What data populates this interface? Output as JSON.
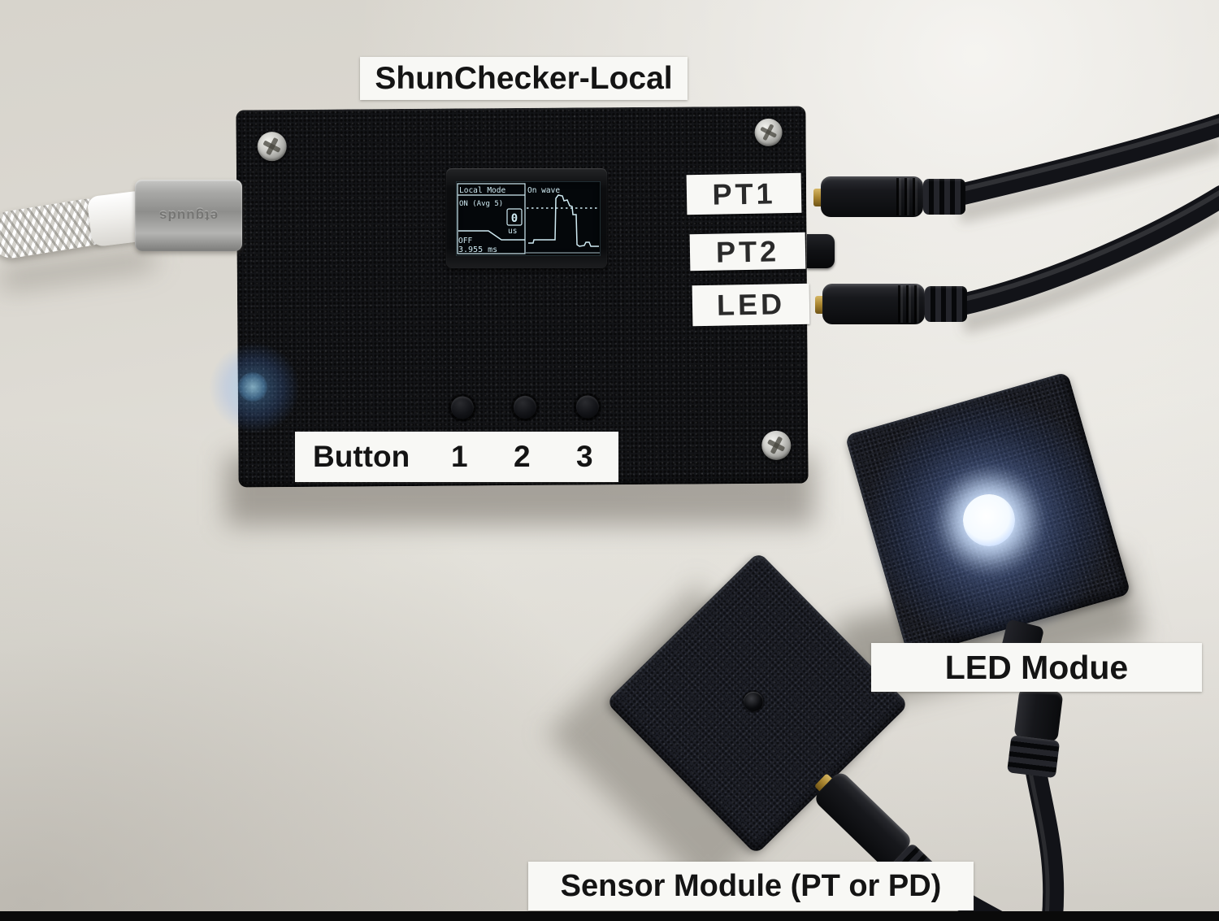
{
  "labels": {
    "title": "ShunChecker-Local",
    "ports": [
      "PT1",
      "PT2",
      "LED"
    ],
    "button": "Button",
    "button_numbers": [
      "1",
      "2",
      "3"
    ],
    "led_module": "LED Modue",
    "sensor_module": "Sensor Module (PT or PD)"
  },
  "device": {
    "usb_connector_brand": "etguuds",
    "oled": {
      "left_header": "Local Mode",
      "right_header": "On wave",
      "status_line": "ON (Avg 5)",
      "value": "0",
      "unit": "us",
      "off_label": "OFF",
      "period": "3.955 ms"
    }
  },
  "colors": {
    "background": "#dcd9d2",
    "enclosure": "#131417",
    "label_background": "#f8f8f5",
    "label_text": "#141414",
    "oled_text": "#cfeaf2",
    "led_glow": "#cfe2ff"
  }
}
